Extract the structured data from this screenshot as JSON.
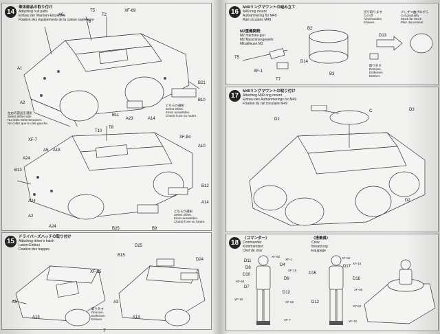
{
  "page_number": "7",
  "steps": {
    "s14": {
      "number": "14",
      "header": [
        "車体部品の取り付け",
        "Attaching hull parts",
        "Einbau der Wannen-Einzelteile",
        "Fixation des équipements de la caisse supérieure"
      ],
      "labels": [
        "A6",
        "T6",
        "T2",
        "T5",
        "XF-69",
        "A1",
        "A2",
        "B11",
        "A23",
        "A14",
        "B21",
        "B10",
        "A24",
        "A5",
        "A18",
        "T10",
        "T8",
        "A10",
        "B12",
        "B13",
        "A24",
        "A2",
        "A24",
        "B25",
        "B9",
        "A14",
        "XF-7",
        "XF-84"
      ],
      "notes_left": [
        "左右の部品を選択",
        "Select either side",
        "Nur linke Seite benutzen.",
        "Ne collez que le côté gauche."
      ],
      "notes_a": [
        "どちらか選択",
        "Select either.",
        "Eines auswählen.",
        "Choisir l'une ou l'autre."
      ],
      "notes_b": [
        "どちらか選択",
        "Select either.",
        "Eines auswählen.",
        "Choisir l'une ou l'autre."
      ]
    },
    "s15": {
      "number": "15",
      "header": [
        "ドライバーズハッチの取り付け",
        "Attaching driver's hatch",
        "Luken-Einbau",
        "Fixation des trappes"
      ],
      "labels": [
        "A3",
        "A13",
        "B15",
        "D25",
        "D24",
        "A3",
        "A13",
        "XF-15"
      ],
      "notes": [
        "取り外す",
        "Remove.",
        "Entfernen.",
        "Enlever."
      ]
    },
    "s16": {
      "number": "16",
      "header": [
        "M49リングマウントの組み立て",
        "M49 ring mount",
        "Aufnahmering für M49",
        "Rail circulaire M49"
      ],
      "sub": [
        "M2重機関銃",
        "M2 machine gun",
        "M2 Maschinengewehr",
        "Mitrailleuse M2"
      ],
      "labels": [
        "B2",
        "D13",
        "D14",
        "B3",
        "T5",
        "T7",
        "XF-1"
      ],
      "notes_top": [
        "切り取ります",
        "Cut off.",
        "Abschneiden.",
        "Enlever."
      ],
      "notes_top2": [
        "少しずつ曲げながら",
        "Cut gradually",
        "Stück für Stück",
        "Plier doucement"
      ],
      "notes_mid": [
        "取り外す",
        "Remove.",
        "Entfernen.",
        "Enlever."
      ]
    },
    "s17": {
      "number": "17",
      "header": [
        "M49リングマウントの取り付け",
        "Attaching M49 ring mount",
        "Einbau des Aufnahmerings für M49",
        "Fixation du rail circulaire M49"
      ],
      "labels": [
        "D1",
        "C",
        "D3",
        "D2"
      ]
    },
    "s18": {
      "number": "18",
      "header_cmd": [
        "〈コマンダー〉",
        "Commander",
        "Kommandant",
        "Chef de char"
      ],
      "header_crew": [
        "〈搭乗員〉",
        "Crew",
        "Besatzung",
        "Equipage"
      ],
      "labels_cmd": [
        "D11",
        "D8",
        "D10",
        "D7",
        "D4",
        "D9",
        "D12",
        "XF-62",
        "XF-1",
        "XF-15",
        "XF-60",
        "XF-52",
        "XF-10",
        "XF-7"
      ],
      "labels_crew": [
        "D15",
        "D16",
        "D12",
        "D17",
        "XF-62",
        "XF-15",
        "XF-60",
        "XF-52",
        "XF-10"
      ]
    }
  }
}
